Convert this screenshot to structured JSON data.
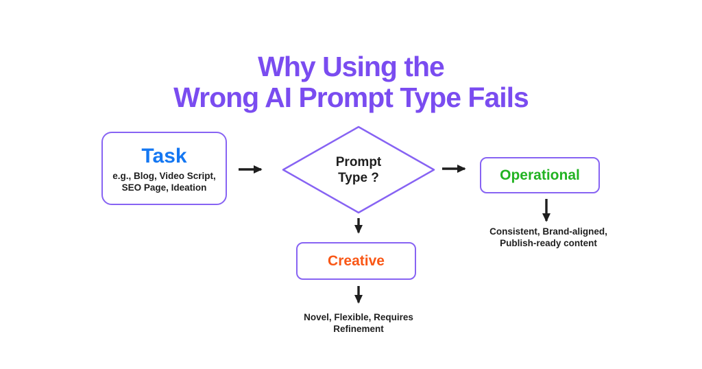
{
  "title": {
    "line1": "Why Using the",
    "line2": "Wrong AI Prompt Type Fails"
  },
  "nodes": {
    "task": {
      "label": "Task",
      "subtitle_lines": [
        "e.g., Blog, Video Script,",
        "SEO Page, Ideation"
      ]
    },
    "decision": {
      "label_lines": [
        "Prompt",
        "Type ?"
      ]
    },
    "operational": {
      "label": "Operational",
      "outcome_lines": [
        "Consistent, Brand-aligned,",
        "Publish-ready content"
      ]
    },
    "creative": {
      "label": "Creative",
      "outcome_lines": [
        "Novel, Flexible, Requires",
        "Refinement"
      ]
    }
  },
  "edges": [
    {
      "from": "task",
      "to": "decision"
    },
    {
      "from": "decision",
      "to": "operational"
    },
    {
      "from": "decision",
      "to": "creative"
    },
    {
      "from": "operational",
      "to": "operational-outcome"
    },
    {
      "from": "creative",
      "to": "creative-outcome"
    }
  ],
  "colors": {
    "background": "#ffffff",
    "title": "#7a4cf0",
    "node_border": "#8763f3",
    "task_label": "#1477f2",
    "operational_label": "#22b322",
    "creative_label": "#f95716",
    "text": "#1e1e1e",
    "arrow": "#1e1e1e"
  }
}
